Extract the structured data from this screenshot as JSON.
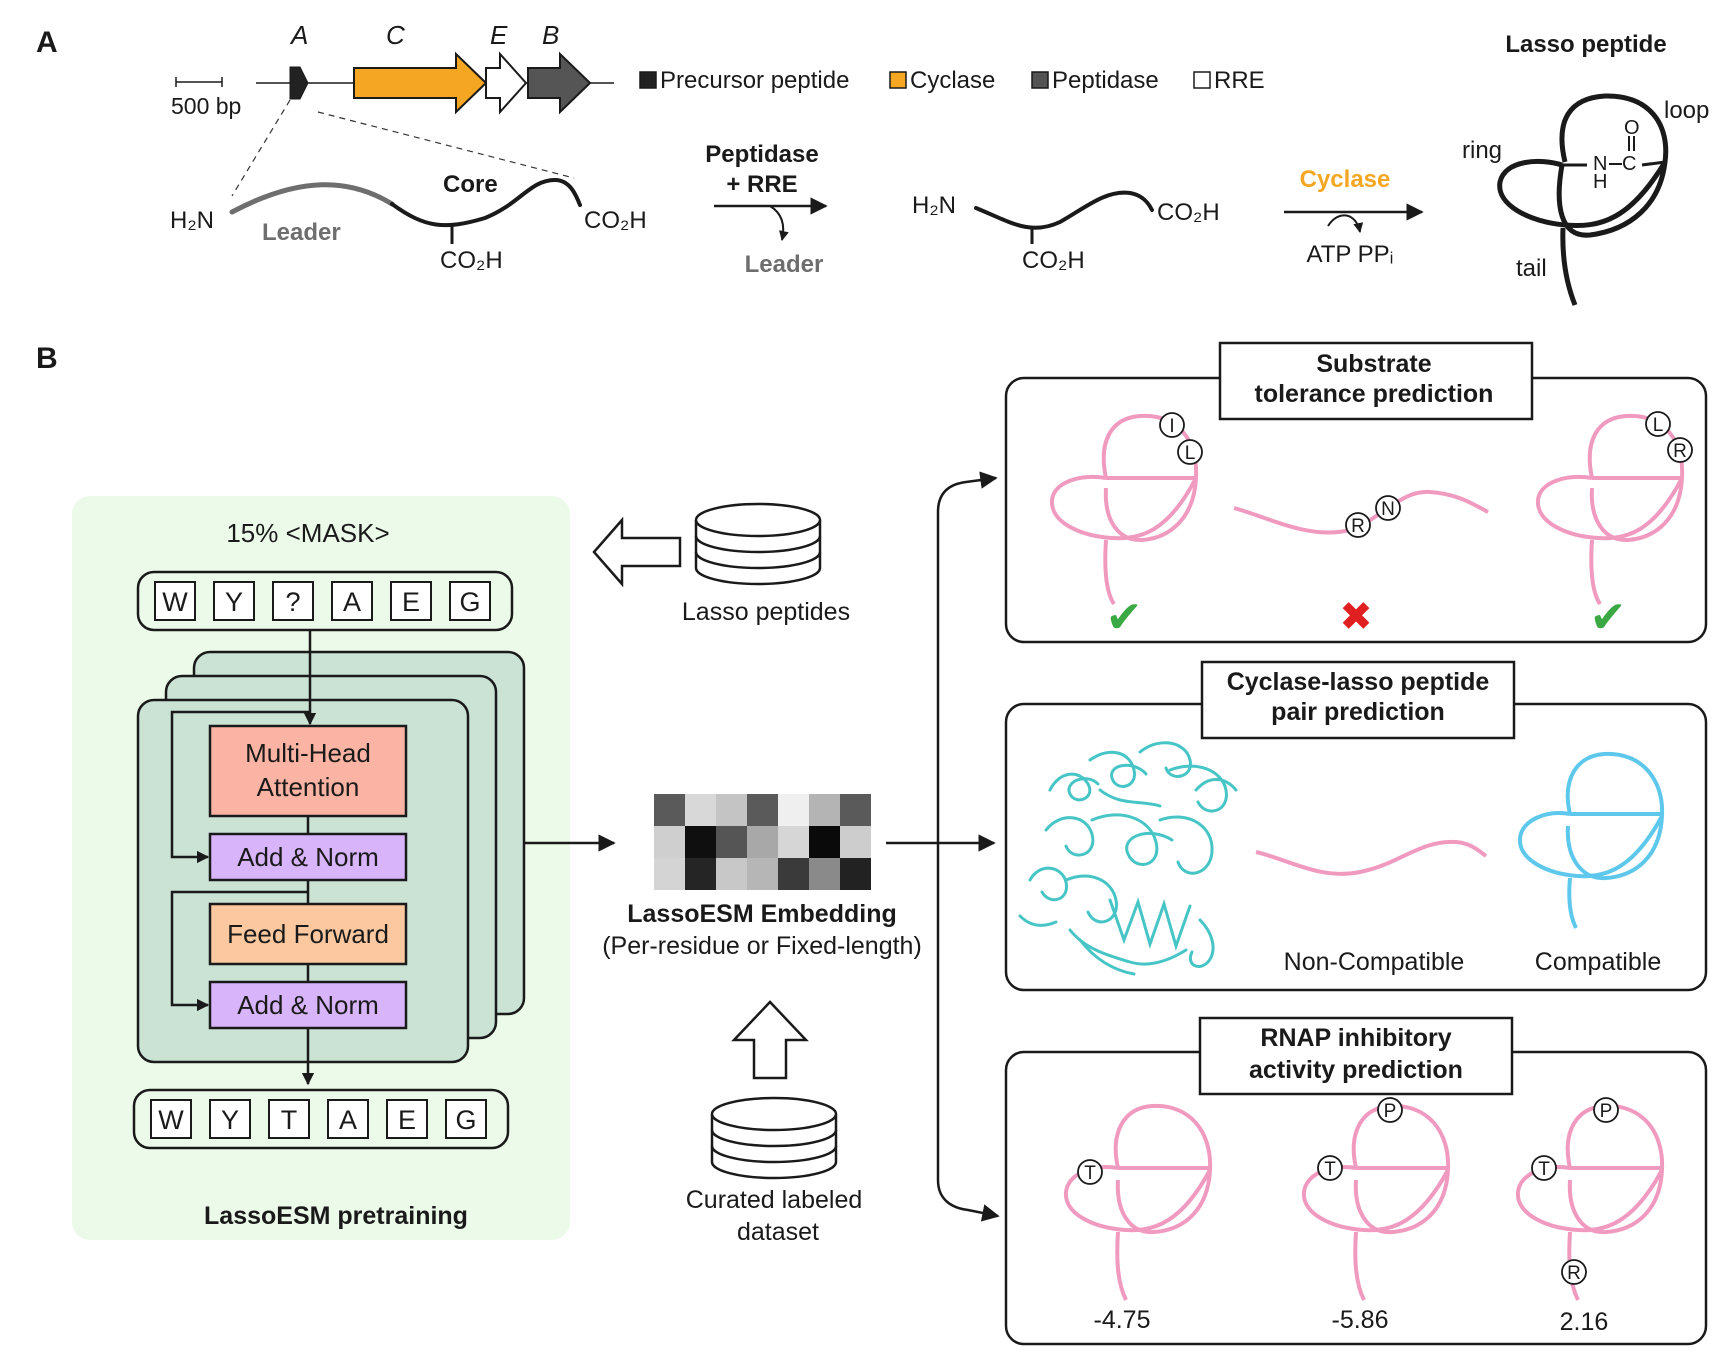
{
  "panel_a": {
    "letter": "A",
    "scale_label": "500 bp",
    "gene_letters": [
      "A",
      "C",
      "E",
      "B"
    ],
    "legend": {
      "precursor": "Precursor peptide",
      "cyclase": "Cyclase",
      "peptidase": "Peptidase",
      "rre": "RRE"
    },
    "precursor": {
      "h2n": "H₂N",
      "leader": "Leader",
      "core": "Core",
      "co2h_end": "CO₂H",
      "co2h_side": "CO₂H"
    },
    "step1": {
      "line1": "Peptidase",
      "line2": "+ RRE",
      "released": "Leader"
    },
    "core_peptide": {
      "h2n": "H₂N",
      "co2h_end": "CO₂H",
      "co2h_side": "CO₂H"
    },
    "step2": {
      "enzyme": "Cyclase",
      "cofactors": "ATP PPᵢ"
    },
    "lasso": {
      "title": "Lasso peptide",
      "ring": "ring",
      "loop": "loop",
      "tail": "tail",
      "o": "O",
      "n": "N",
      "c": "C",
      "h": "H"
    },
    "colors": {
      "cyclase": "#f5a623",
      "peptidase": "#555555",
      "precursor": "#222222",
      "rre": "#ffffff",
      "leader": "#6e6e6e"
    }
  },
  "panel_b": {
    "letter": "B",
    "pretrain": {
      "mask_label": "15% <MASK>",
      "input_tokens": [
        "W",
        "Y",
        "?",
        "A",
        "E",
        "G"
      ],
      "output_tokens": [
        "W",
        "Y",
        "T",
        "A",
        "E",
        "G"
      ],
      "mha_line1": "Multi-Head",
      "mha_line2": "Attention",
      "add_norm_1": "Add & Norm",
      "feed_forward": "Feed Forward",
      "add_norm_2": "Add & Norm",
      "title": "LassoESM pretraining"
    },
    "lasso_db": "Lasso peptides",
    "embedding": {
      "title": "LassoESM Embedding",
      "subtitle": "(Per-residue or Fixed-length)",
      "cells": [
        [
          "#5a5a5a",
          "#d8d8d8",
          "#c4c4c4",
          "#5a5a5a",
          "#efefef",
          "#b4b4b4",
          "#5a5a5a"
        ],
        [
          "#cfcfcf",
          "#0f0f0f",
          "#555555",
          "#a8a8a8",
          "#d6d6d6",
          "#0a0a0a",
          "#cdcdcd"
        ],
        [
          "#d4d4d4",
          "#252525",
          "#c8c8c8",
          "#b6b6b6",
          "#3a3a3a",
          "#8a8a8a",
          "#222222"
        ]
      ]
    },
    "curated_line1": "Curated labeled",
    "curated_line2": "dataset",
    "substrate": {
      "title_line1": "Substrate",
      "title_line2": "tolerance prediction",
      "residues_1": [
        "I",
        "L"
      ],
      "residues_2": [
        "R",
        "N"
      ],
      "residues_3": [
        "L",
        "R"
      ],
      "marks": [
        "✔",
        "✖",
        "✔"
      ],
      "mark_colors": {
        "check": "#3aa843",
        "cross": "#e02020"
      }
    },
    "pair": {
      "title_line1": "Cyclase-lasso peptide",
      "title_line2": "pair prediction",
      "non_compatible": "Non-Compatible",
      "compatible": "Compatible"
    },
    "rnap": {
      "title_line1": "RNAP inhibitory",
      "title_line2": "activity prediction",
      "residues_1": [
        "T"
      ],
      "residues_2": [
        "P",
        "T"
      ],
      "residues_3": [
        "P",
        "T",
        "R"
      ],
      "values": [
        "-4.75",
        "-5.86",
        "2.16"
      ]
    }
  }
}
